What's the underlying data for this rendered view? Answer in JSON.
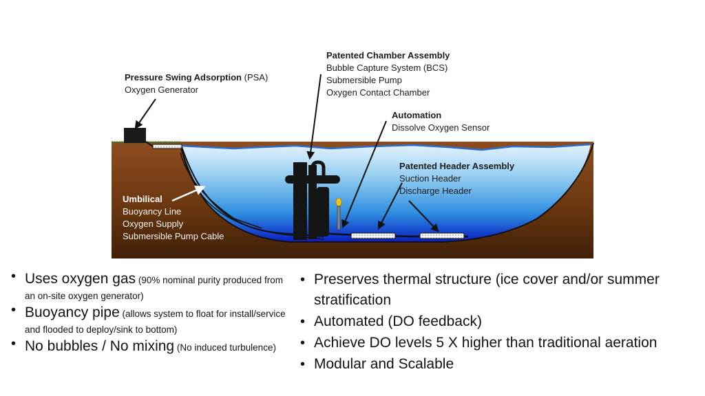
{
  "labels": {
    "psa": {
      "title": "Pressure Swing Adsorption",
      "suffix": " (PSA)",
      "line1": "Oxygen Generator"
    },
    "chamber": {
      "title": "Patented Chamber Assembly",
      "line1": "Bubble Capture System (BCS)",
      "line2": "Submersible Pump",
      "line3": "Oxygen Contact Chamber"
    },
    "automation": {
      "title": "Automation",
      "line1": "Dissolve Oxygen Sensor"
    },
    "header": {
      "title": "Patented Header Assembly",
      "line1": "Suction Header",
      "line2": "Discharge Header"
    },
    "umbilical": {
      "title": "Umbilical",
      "line1": "Buoyancy Line",
      "line2": "Oxygen Supply",
      "line3": "Submersible Pump Cable"
    }
  },
  "left_bullets": [
    {
      "main": "Uses oxygen gas",
      "note": " (90% nominal purity produced from an on-site oxygen generator)"
    },
    {
      "main": "Buoyancy pipe",
      "note": " (allows system to float for install/service and flooded to deploy/sink to bottom)"
    },
    {
      "main": "No bubbles / No mixing",
      "note": " (No induced turbulence)"
    }
  ],
  "right_bullets": [
    "Preserves thermal structure (ice cover and/or summer stratification",
    "Automated (DO feedback)",
    "Achieve DO levels 5 X higher than traditional aeration",
    "Modular and Scalable"
  ],
  "colors": {
    "soil_top": "#8a4a1e",
    "soil_bottom": "#4a2509",
    "water_top": "#d9eefb",
    "water_mid": "#3fa6e6",
    "water_bottom": "#0f2cc8",
    "equipment": "#141414",
    "header_fill": "#f4f4f4"
  }
}
